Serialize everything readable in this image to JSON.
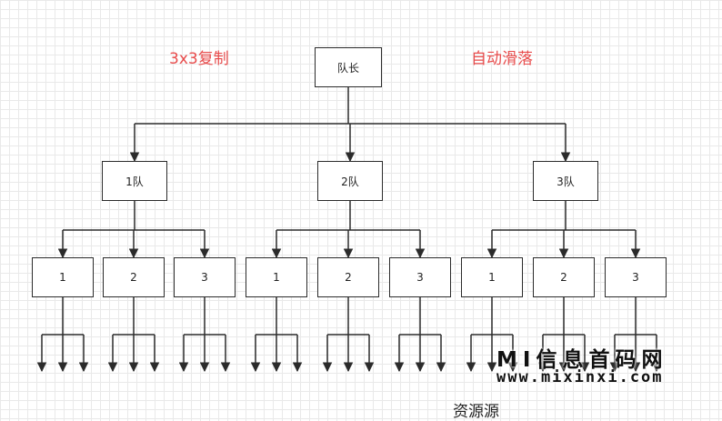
{
  "annotations": {
    "left": "3x3复制",
    "right": "自动滑落"
  },
  "root": {
    "label": "队长"
  },
  "teams": [
    {
      "label": "1队",
      "members": [
        "1",
        "2",
        "3"
      ]
    },
    {
      "label": "2队",
      "members": [
        "1",
        "2",
        "3"
      ]
    },
    {
      "label": "3队",
      "members": [
        "1",
        "2",
        "3"
      ]
    }
  ],
  "watermark": {
    "title": "MI信息首码网",
    "url": "www.mixinxi.com"
  },
  "bottom_text": "资源源",
  "colors": {
    "annotation": "#e84c4c",
    "line": "#2b2b2b",
    "grid": "#e9e9e9"
  }
}
